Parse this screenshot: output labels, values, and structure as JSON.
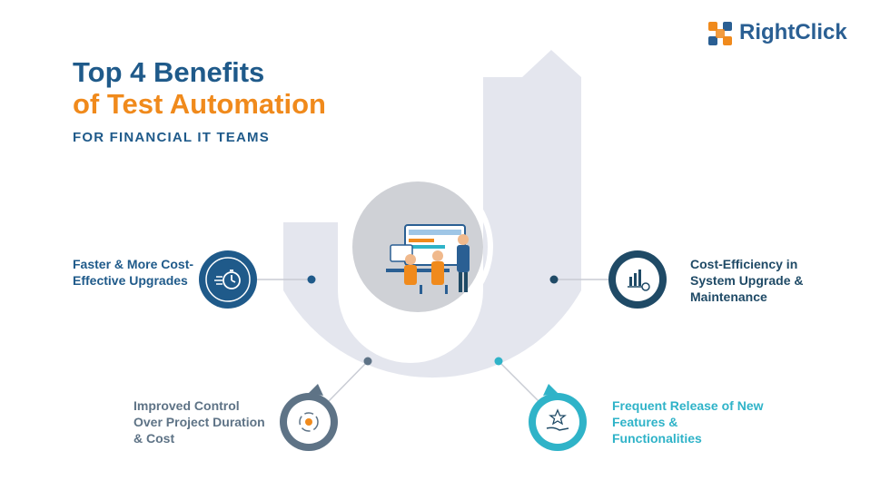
{
  "brand": {
    "name": "RightClick",
    "logo_icon": "network-node-icon",
    "accent": "#f08a1c",
    "primary": "#2a5f93"
  },
  "title": {
    "line1": "Top 4 Benefits",
    "line2": "of Test Automation",
    "subtitle": "FOR FINANCIAL IT TEAMS"
  },
  "colors": {
    "navy": "#1f5a8a",
    "orange": "#f08a1c",
    "slate": "#5e7386",
    "teal": "#2fb3c8",
    "dark_teal": "#1f4a66",
    "track": "#e4e6ee"
  },
  "benefits": [
    {
      "text": "Faster & More Cost-Effective Upgrades",
      "icon": "stopwatch-icon"
    },
    {
      "text": "Cost-Efficiency in System Upgrade & Maintenance",
      "icon": "chart-settings-icon"
    },
    {
      "text": "Improved Control Over Project Duration & Cost",
      "icon": "gear-cycle-icon"
    },
    {
      "text": "Frequent Release of New Features & Functionalities",
      "icon": "hand-star-icon"
    }
  ],
  "center_illustration": "team-at-computer-illustration"
}
